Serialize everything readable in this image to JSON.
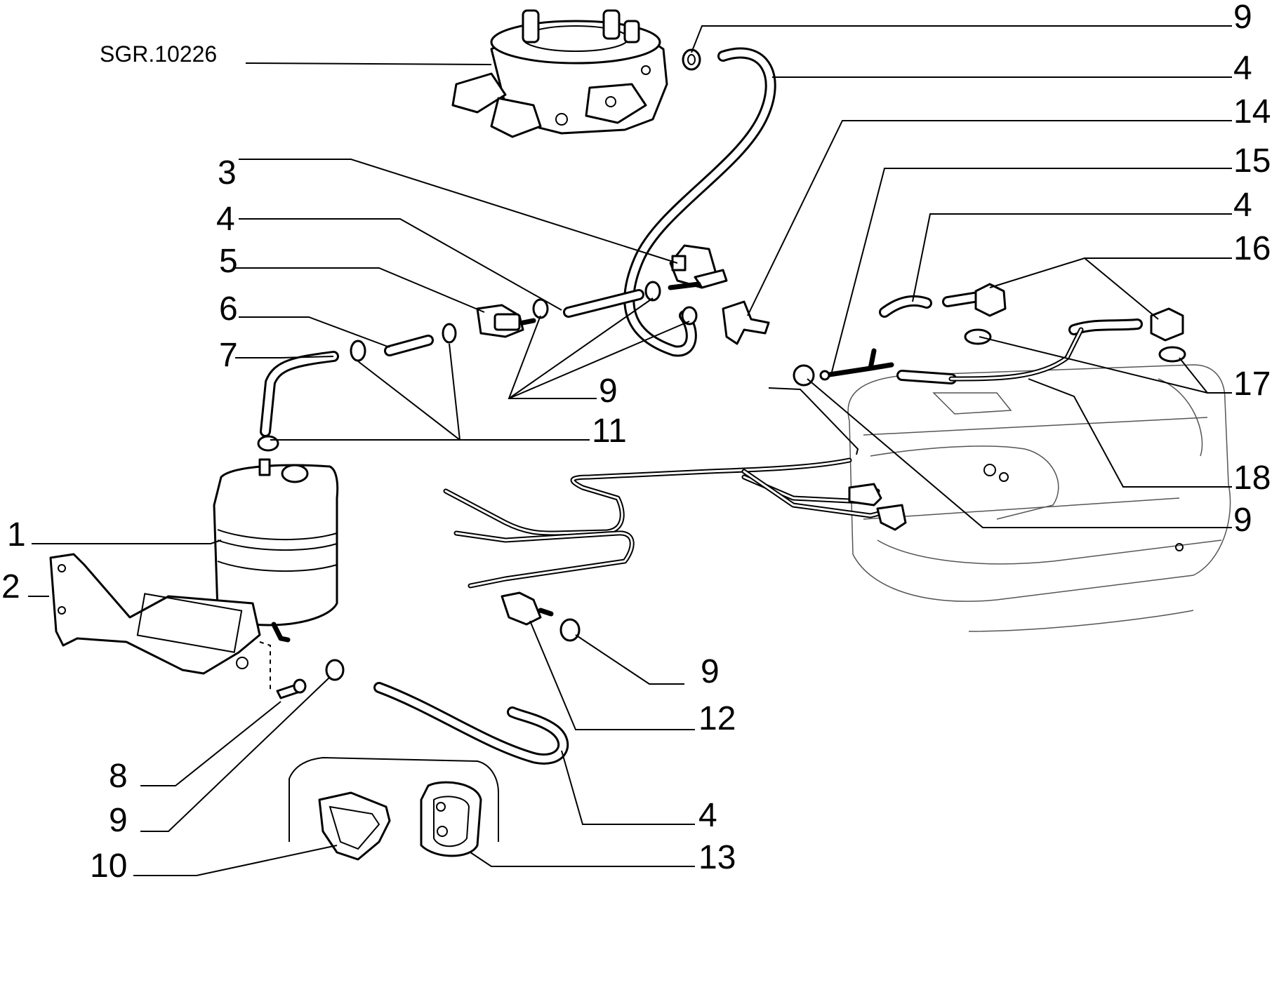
{
  "figure": {
    "reference": "SGR.10226"
  },
  "callouts": [
    {
      "id": "c1",
      "label": "1"
    },
    {
      "id": "c2",
      "label": "2"
    },
    {
      "id": "c3",
      "label": "3"
    },
    {
      "id": "c4a",
      "label": "4"
    },
    {
      "id": "c5",
      "label": "5"
    },
    {
      "id": "c6",
      "label": "6"
    },
    {
      "id": "c7",
      "label": "7"
    },
    {
      "id": "c8",
      "label": "8"
    },
    {
      "id": "c9a",
      "label": "9"
    },
    {
      "id": "c10",
      "label": "10"
    },
    {
      "id": "c9b",
      "label": "9"
    },
    {
      "id": "c11",
      "label": "11"
    },
    {
      "id": "c9c",
      "label": "9"
    },
    {
      "id": "c4b",
      "label": "4"
    },
    {
      "id": "c14",
      "label": "14"
    },
    {
      "id": "c15",
      "label": "15"
    },
    {
      "id": "c4c",
      "label": "4"
    },
    {
      "id": "c16",
      "label": "16"
    },
    {
      "id": "c17",
      "label": "17"
    },
    {
      "id": "c18",
      "label": "18"
    },
    {
      "id": "c9d",
      "label": "9"
    },
    {
      "id": "c9e",
      "label": "9"
    },
    {
      "id": "c12",
      "label": "12"
    },
    {
      "id": "c4d",
      "label": "4"
    },
    {
      "id": "c13",
      "label": "13"
    }
  ]
}
